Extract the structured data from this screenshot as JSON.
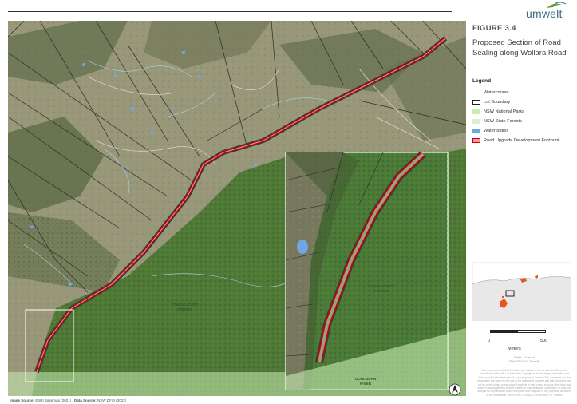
{
  "brand": {
    "logo_text": "umwelt"
  },
  "figure": {
    "number": "FIGURE 3.4",
    "title": "Proposed Section of Road Sealing along Wollara Road"
  },
  "legend": {
    "title": "Legend",
    "items": [
      {
        "label": "Watercourse",
        "symbol": "line",
        "color": "#8ec4dc"
      },
      {
        "label": "Lot Boundary",
        "symbol": "outline",
        "color": "#222222"
      },
      {
        "label": "NSW National Parks",
        "symbol": "fill",
        "color": "#c8ecb2"
      },
      {
        "label": "NSW State Forests",
        "symbol": "fill",
        "color": "#d9f0d3"
      },
      {
        "label": "Waterbodies",
        "symbol": "fill",
        "color": "#6fa7e3"
      },
      {
        "label": "Road Upgrade Development Footprint",
        "symbol": "fill-outline",
        "color": "#cc0000"
      }
    ]
  },
  "map_labels": {
    "forest_main": [
      "TONGO STATE",
      "FOREST"
    ],
    "forest_inset": [
      "TONGO STATE",
      "FOREST"
    ],
    "river": [
      "GOULBURN",
      "RIVER"
    ]
  },
  "scale": {
    "zero": "0",
    "max": "500",
    "unit": "Meters"
  },
  "scale_note": [
    "Scale: 1:X at A4",
    "GDA2020 MGA Zone 56"
  ],
  "disclaimer": "This document and the information are subject to Terms and Conditions and Umwelt (Australia) Pty Ltd ('Umwelt') Copyright in the drawings, information and data recorded ('the information') is the property of Umwelt. This document and the information are solely for the use of the authorized recipient and this document may not be used, copied or reproduced in whole or part for any purpose other than that which it was supplied by Umwelt makes no representation, undertakes no duty and accepts no responsibility to any third party who may use or rely upon this document or the information. APPROVED FOR AND ON BEHALF OF Umwelt",
  "source": {
    "image_label": "Image Source:",
    "image_value": "ESRI Basemap (2021)",
    "separator": " | ",
    "data_label": "Data Source:",
    "data_value": "NSW DFSI (2022)"
  },
  "colors": {
    "road_footprint": "#cc0000",
    "forest": "#5a8a3a",
    "water": "#6fa7e3",
    "national_park": "#c8ecb2"
  }
}
